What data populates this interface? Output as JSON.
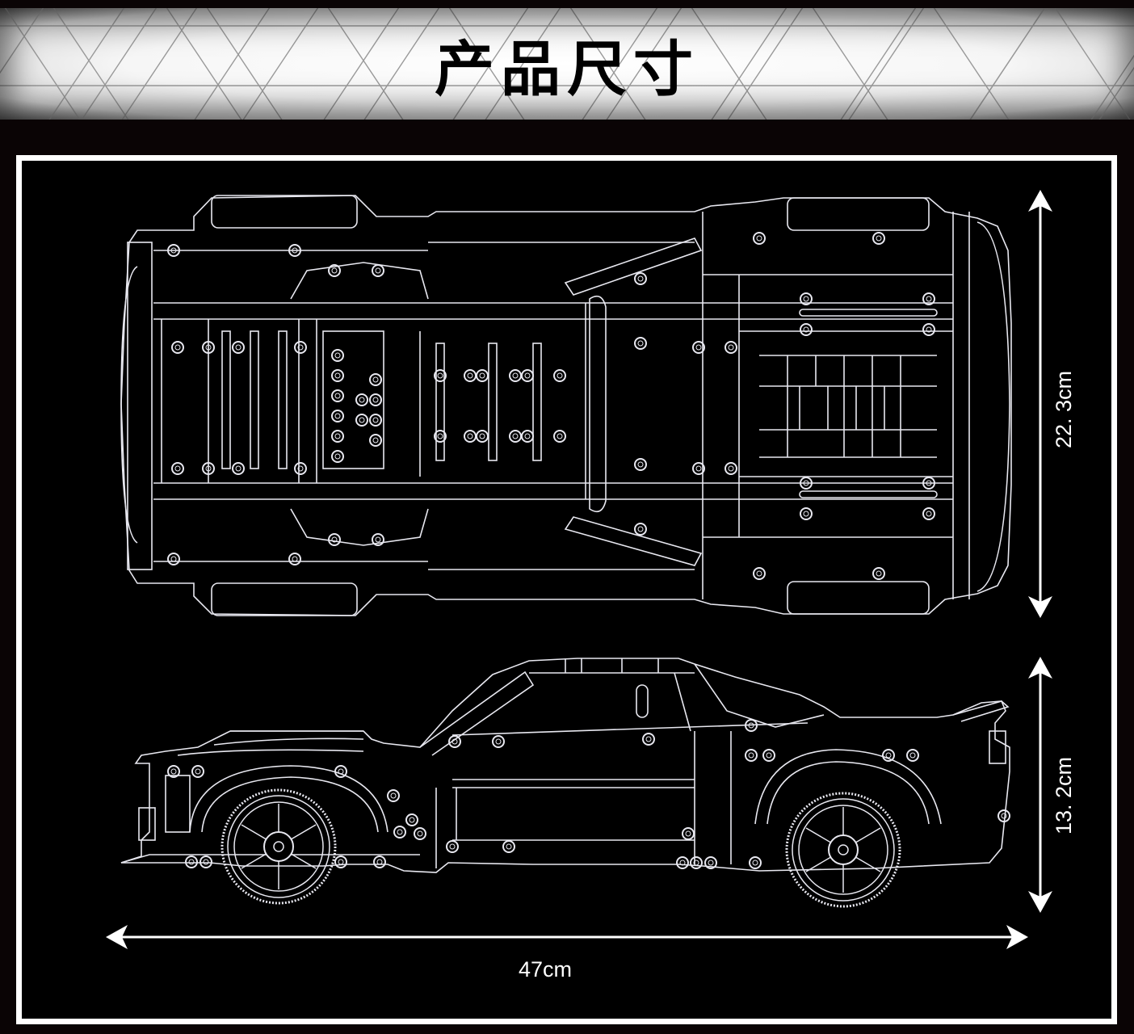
{
  "header": {
    "title": "产品尺寸"
  },
  "colors": {
    "background": "#0a0405",
    "frame_border": "#ffffff",
    "canvas": "#000000",
    "line_art": "#e8e8f0",
    "banner_bg": "#f6f6f6",
    "banner_lines": "#9a9a9a",
    "title_text": "#000000"
  },
  "views": {
    "top_view": {
      "label": "top-view-chassis"
    },
    "side_view": {
      "label": "side-view-profile"
    }
  },
  "dimensions": {
    "width": {
      "value": "22. 3cm",
      "orientation": "vertical",
      "applies_to": "top_view"
    },
    "height": {
      "value": "13. 2cm",
      "orientation": "vertical",
      "applies_to": "side_view"
    },
    "length": {
      "value": "47cm",
      "orientation": "horizontal",
      "applies_to": "both"
    }
  }
}
